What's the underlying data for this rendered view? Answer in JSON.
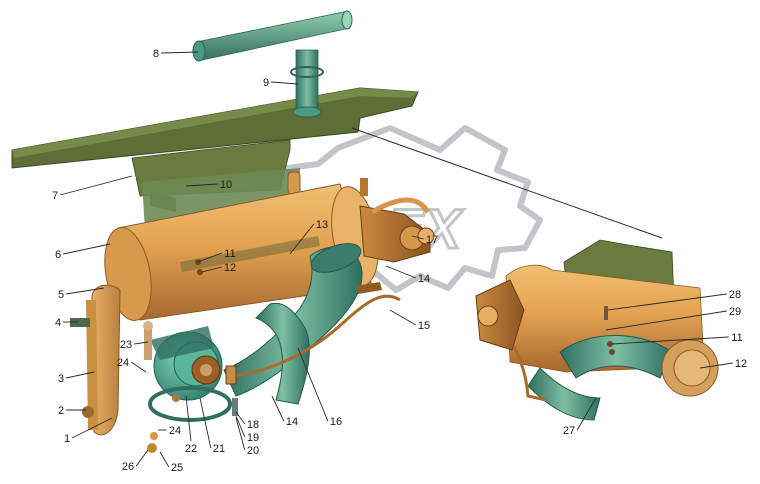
{
  "colors": {
    "background": "#ffffff",
    "frame": "#5e6d36",
    "tank": "#e0a552",
    "tank_shade": "#b8783a",
    "pipe": "#3e8a78",
    "pipe_light": "#7dbfa3",
    "pump": "#3aa089",
    "watermark": "#9aa0a8"
  },
  "watermark": {
    "text": "OPEX"
  },
  "callouts": [
    {
      "label": "1"
    },
    {
      "label": "2"
    },
    {
      "label": "3"
    },
    {
      "label": "4"
    },
    {
      "label": "5"
    },
    {
      "label": "6"
    },
    {
      "label": "7"
    },
    {
      "label": "8"
    },
    {
      "label": "9"
    },
    {
      "label": "10"
    },
    {
      "label": "11"
    },
    {
      "label": "12"
    },
    {
      "label": "13"
    },
    {
      "label": "14"
    },
    {
      "label": "14"
    },
    {
      "label": "15"
    },
    {
      "label": "16"
    },
    {
      "label": "17"
    },
    {
      "label": "18"
    },
    {
      "label": "19"
    },
    {
      "label": "20"
    },
    {
      "label": "21"
    },
    {
      "label": "22"
    },
    {
      "label": "23"
    },
    {
      "label": "24"
    },
    {
      "label": "24"
    },
    {
      "label": "25"
    },
    {
      "label": "26"
    },
    {
      "label": "27"
    },
    {
      "label": "28"
    },
    {
      "label": "29"
    },
    {
      "label": "11"
    },
    {
      "label": "12"
    }
  ]
}
